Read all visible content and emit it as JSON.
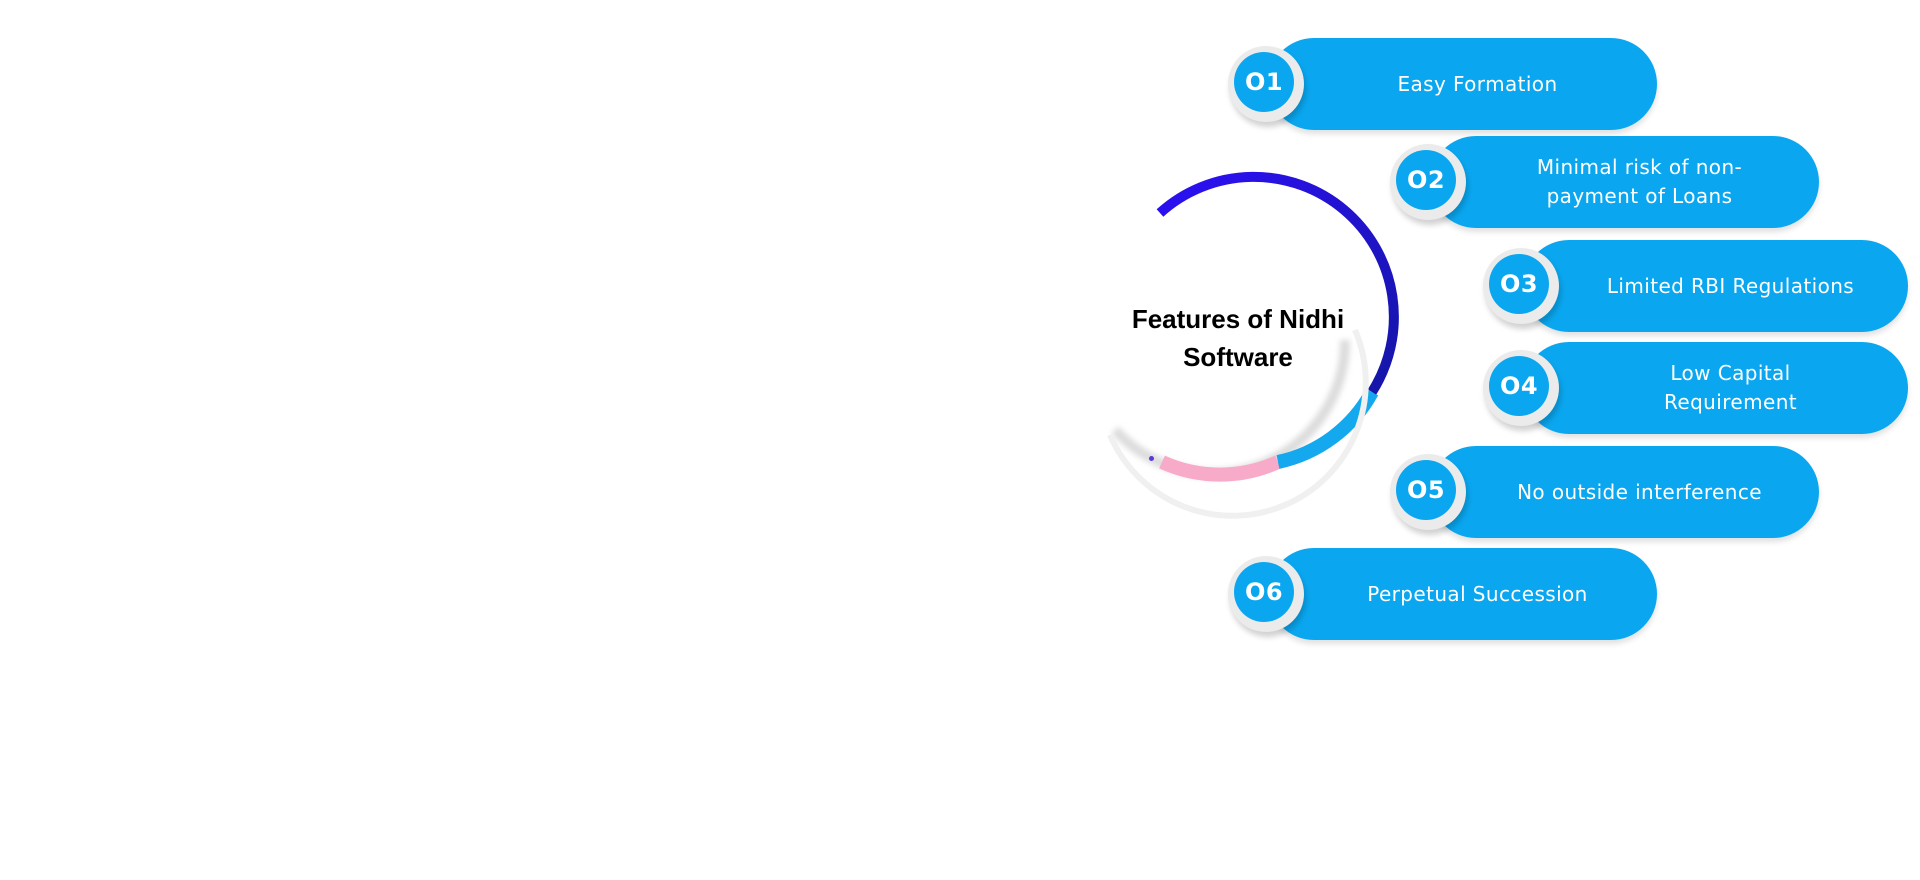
{
  "hub": {
    "title_line1": "Features of Nidhi",
    "title_line2": "Software",
    "ring_colors": {
      "top_start": "#2a12f2",
      "top_end": "#1c1aa8",
      "right": "#12a6ec",
      "bottom": "#f8a9c8"
    }
  },
  "features": [
    {
      "number": "O1",
      "label": "Easy Formation"
    },
    {
      "number": "O2",
      "label": "Minimal risk of non-payment of Loans"
    },
    {
      "number": "O3",
      "label": "Limited RBI Regulations"
    },
    {
      "number": "O4",
      "label": "Low Capital Requirement"
    },
    {
      "number": "O5",
      "label": "No outside interference"
    },
    {
      "number": "O6",
      "label": "Perpetual Succession"
    }
  ],
  "colors": {
    "pill": "#0aa7f0",
    "badge_ring": "#ebebeb",
    "text": "#ffffff"
  }
}
